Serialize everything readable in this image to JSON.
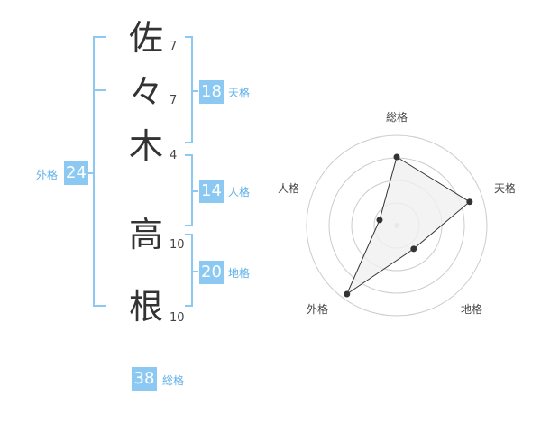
{
  "name": {
    "chars": [
      {
        "char": "佐",
        "strokes": "7"
      },
      {
        "char": "々",
        "strokes": "7"
      },
      {
        "char": "木",
        "strokes": "4"
      },
      {
        "char": "高",
        "strokes": "10"
      },
      {
        "char": "根",
        "strokes": "10"
      }
    ]
  },
  "fortune": {
    "tenkaku": {
      "value": "18",
      "label": "天格"
    },
    "jinkaku": {
      "value": "14",
      "label": "人格"
    },
    "chikaku": {
      "value": "20",
      "label": "地格"
    },
    "gaikaku": {
      "value": "24",
      "label": "外格"
    },
    "soukaku": {
      "value": "38",
      "label": "総格"
    }
  },
  "colors": {
    "accent": "#8cc9f2",
    "accent_text": "#5fb0e8",
    "bracket": "#8cc9f2",
    "grid": "#cccccc",
    "polygon_fill": "#f0f0f0",
    "polygon_stroke": "#333333"
  },
  "chart_data": {
    "type": "radar",
    "axes": [
      "総格",
      "天格",
      "地格",
      "外格",
      "人格"
    ],
    "values": [
      0.76,
      0.85,
      0.32,
      0.94,
      0.2
    ],
    "rings": 4,
    "max": 1
  }
}
